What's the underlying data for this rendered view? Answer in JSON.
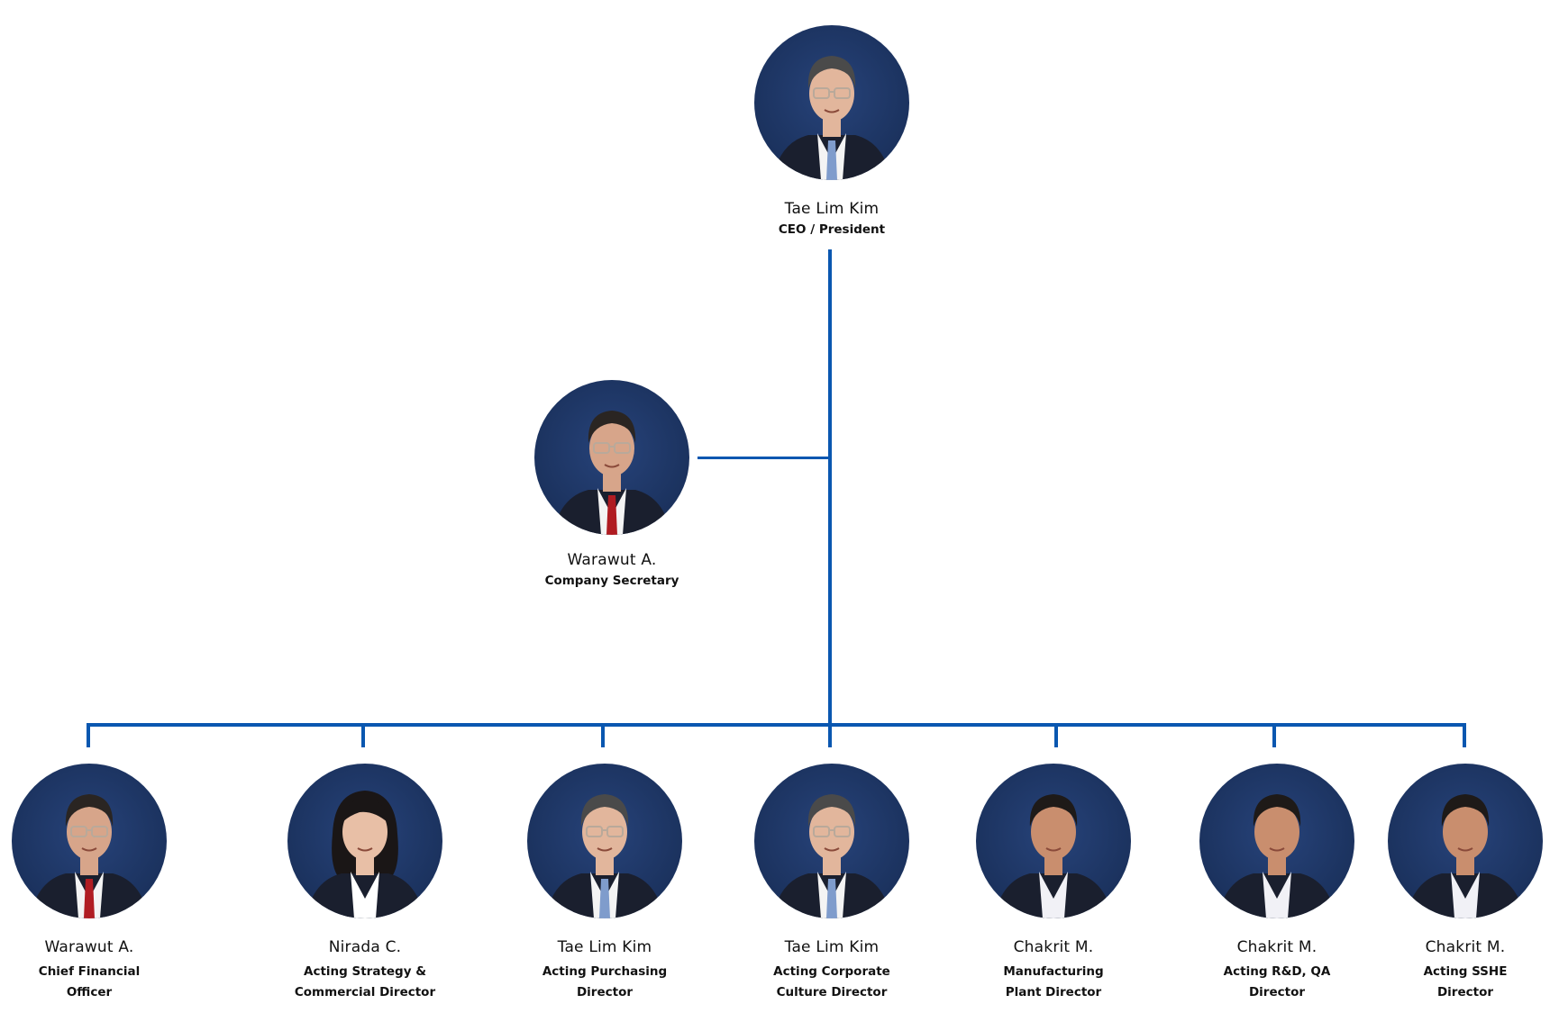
{
  "colors": {
    "connector": "#0a57b0",
    "photo_bg": "#1b325e"
  },
  "ceo": {
    "name": "Tae Lim Kim",
    "title": "CEO / President",
    "photo": "man-glasses-blue-tie"
  },
  "secretary": {
    "name": "Warawut A.",
    "title": "Company Secretary",
    "photo": "man-glasses-red-tie"
  },
  "directors": [
    {
      "name": "Warawut A.",
      "title1": "Chief Financial",
      "title2": "Officer",
      "photo": "man-glasses-red-tie"
    },
    {
      "name": "Nirada C.",
      "title1": "Acting Strategy &",
      "title2": "Commercial Director",
      "photo": "woman"
    },
    {
      "name": "Tae Lim Kim",
      "title1": "Acting Purchasing",
      "title2": "Director",
      "photo": "man-glasses-blue-tie"
    },
    {
      "name": "Tae Lim Kim",
      "title1": "Acting Corporate",
      "title2": "Culture Director",
      "photo": "man-glasses-blue-tie"
    },
    {
      "name": "Chakrit M.",
      "title1": "Manufacturing",
      "title2": "Plant Director",
      "photo": "man-open-collar"
    },
    {
      "name": "Chakrit M.",
      "title1": "Acting R&D, QA",
      "title2": "Director",
      "photo": "man-open-collar"
    },
    {
      "name": "Chakrit M.",
      "title1": "Acting SSHE",
      "title2": "Director",
      "photo": "man-open-collar"
    }
  ]
}
